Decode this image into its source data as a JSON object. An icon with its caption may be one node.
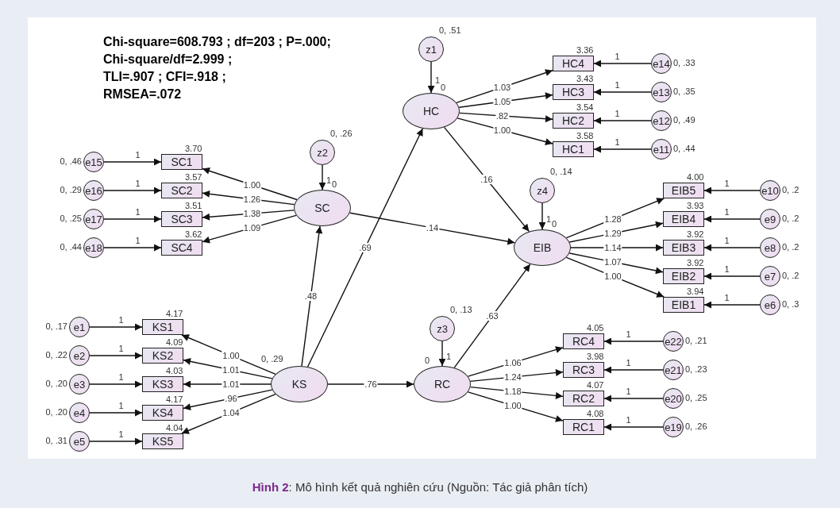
{
  "diagram": {
    "caption": "**Hình 2**: Mô hình kết quả nghiên cứu (Nguồn: Tác giả phân tích)",
    "nodes": [
      {
        "text": [
          "z1"
        ],
        "beside": [
          "0, .51"
        ]
      },
      {
        "text": [
          "HC"
        ],
        "beside": [
          "0"
        ]
      },
      {
        "text": [
          "HC4"
        ],
        "beside": [
          "3.36"
        ]
      },
      {
        "text": [
          "HC3"
        ],
        "beside": [
          "3.43"
        ]
      },
      {
        "text": [
          "HC2"
        ],
        "beside": [
          "3.54"
        ]
      },
      {
        "text": [
          "HC1"
        ],
        "beside": [
          "3.58"
        ]
      },
      {
        "text": [
          "e14"
        ],
        "beside": [
          "0, .33"
        ]
      },
      {
        "text": [
          "e13"
        ],
        "beside": [
          "0, .35"
        ]
      },
      {
        "text": [
          "e12"
        ],
        "beside": [
          "0, .49"
        ]
      },
      {
        "text": [
          "e11"
        ],
        "beside": [
          "0, .44"
        ]
      },
      {
        "text": [
          "z2"
        ],
        "beside": [
          "0, .26"
        ]
      },
      {
        "text": [
          "SC"
        ],
        "beside": [
          "0"
        ]
      },
      {
        "text": [
          "SC1"
        ],
        "beside": [
          "3.70"
        ]
      },
      {
        "text": [
          "SC2"
        ],
        "beside": [
          "3.57"
        ]
      },
      {
        "text": [
          "SC3"
        ],
        "beside": [
          "3.51"
        ]
      },
      {
        "text": [
          "SC4"
        ],
        "beside": [
          "3.62"
        ]
      },
      {
        "text": [
          "e15"
        ],
        "beside": [
          "0, .46"
        ]
      },
      {
        "text": [
          "e16"
        ],
        "beside": [
          "0, .29"
        ]
      },
      {
        "text": [
          "e17"
        ],
        "beside": [
          "0, .25"
        ]
      },
      {
        "text": [
          "e18"
        ],
        "beside": [
          "0, .44"
        ]
      },
      {
        "text": [
          "z4"
        ],
        "beside": [
          "0, .14"
        ]
      },
      {
        "text": [
          "EIB"
        ],
        "beside": [
          "0"
        ]
      },
      {
        "text": [
          "EIB5"
        ],
        "beside": [
          "4.00"
        ]
      },
      {
        "text": [
          "EIB4"
        ],
        "beside": [
          "3.93"
        ]
      },
      {
        "text": [
          "EIB3"
        ],
        "beside": [
          "3.92"
        ]
      },
      {
        "text": [
          "EIB2"
        ],
        "beside": [
          "3.92"
        ]
      },
      {
        "text": [
          "EIB1"
        ],
        "beside": [
          "3.94"
        ]
      },
      {
        "text": [
          "e10"
        ],
        "beside": [
          "0, .2"
        ]
      },
      {
        "text": [
          "e9"
        ],
        "beside": [
          "0, .2"
        ]
      },
      {
        "text": [
          "e8"
        ],
        "beside": [
          "0, .2"
        ]
      },
      {
        "text": [
          "e7"
        ],
        "beside": [
          "0, .2"
        ]
      },
      {
        "text": [
          "e6"
        ],
        "beside": [
          "0, .3"
        ]
      },
      {
        "text": [
          "KS"
        ],
        "beside": [
          "0, .29"
        ]
      },
      {
        "text": [
          "KS1"
        ],
        "beside": [
          "4.17"
        ]
      },
      {
        "text": [
          "KS2"
        ],
        "beside": [
          "4.09"
        ]
      },
      {
        "text": [
          "KS3"
        ],
        "beside": [
          "4.03"
        ]
      },
      {
        "text": [
          "KS4"
        ],
        "beside": [
          "4.17"
        ]
      },
      {
        "text": [
          "KS5"
        ],
        "beside": [
          "4.04"
        ]
      },
      {
        "text": [
          "e1"
        ],
        "beside": [
          "0, .17"
        ]
      },
      {
        "text": [
          "e2"
        ],
        "beside": [
          "0, .22"
        ]
      },
      {
        "text": [
          "e3"
        ],
        "beside": [
          "0, .20"
        ]
      },
      {
        "text": [
          "e4"
        ],
        "beside": [
          "0, .20"
        ]
      },
      {
        "text": [
          "e5"
        ],
        "beside": [
          "0, .31"
        ]
      },
      {
        "text": [
          "z3"
        ],
        "beside": [
          "0, .13"
        ]
      },
      {
        "text": [
          "RC"
        ],
        "beside": [
          "0"
        ]
      },
      {
        "text": [
          "RC4"
        ],
        "beside": [
          "4.05"
        ]
      },
      {
        "text": [
          "RC3"
        ],
        "beside": [
          "3.98"
        ]
      },
      {
        "text": [
          "RC2"
        ],
        "beside": [
          "4.07"
        ]
      },
      {
        "text": [
          "RC1"
        ],
        "beside": [
          "4.08"
        ]
      },
      {
        "text": [
          "e22"
        ],
        "beside": [
          "0, .21"
        ]
      },
      {
        "text": [
          "e21"
        ],
        "beside": [
          "0, .23"
        ]
      },
      {
        "text": [
          "e20"
        ],
        "beside": [
          "0, .25"
        ]
      },
      {
        "text": [
          "e19"
        ],
        "beside": [
          "0, .26"
        ]
      }
    ],
    "edges": [
      {
        "from": 0,
        "to": 1,
        "arrow": "to",
        "label": "1"
      },
      {
        "from": 1,
        "to": 2,
        "arrow": "to",
        "label": "1.03"
      },
      {
        "from": 1,
        "to": 3,
        "arrow": "to",
        "label": "1.05"
      },
      {
        "from": 1,
        "to": 4,
        "arrow": "to",
        "label": ".82"
      },
      {
        "from": 1,
        "to": 5,
        "arrow": "to",
        "label": "1.00"
      },
      {
        "from": 6,
        "to": 2,
        "arrow": "to",
        "label": "1"
      },
      {
        "from": 7,
        "to": 3,
        "arrow": "to",
        "label": "1"
      },
      {
        "from": 8,
        "to": 4,
        "arrow": "to",
        "label": "1"
      },
      {
        "from": 9,
        "to": 5,
        "arrow": "to",
        "label": "1"
      },
      {
        "from": 10,
        "to": 11,
        "arrow": "to",
        "label": "1"
      },
      {
        "from": 11,
        "to": 12,
        "arrow": "to",
        "label": "1.00"
      },
      {
        "from": 11,
        "to": 13,
        "arrow": "to",
        "label": "1.26"
      },
      {
        "from": 11,
        "to": 14,
        "arrow": "to",
        "label": "1.38"
      },
      {
        "from": 11,
        "to": 15,
        "arrow": "to",
        "label": "1.09"
      },
      {
        "from": 16,
        "to": 12,
        "arrow": "to",
        "label": "1"
      },
      {
        "from": 17,
        "to": 13,
        "arrow": "to",
        "label": "1"
      },
      {
        "from": 18,
        "to": 14,
        "arrow": "to",
        "label": "1"
      },
      {
        "from": 19,
        "to": 15,
        "arrow": "to",
        "label": "1"
      },
      {
        "from": 20,
        "to": 21,
        "arrow": "to",
        "label": "1"
      },
      {
        "from": 21,
        "to": 22,
        "arrow": "to",
        "label": "1.28"
      },
      {
        "from": 21,
        "to": 23,
        "arrow": "to",
        "label": "1.29"
      },
      {
        "from": 21,
        "to": 24,
        "arrow": "to",
        "label": "1.14"
      },
      {
        "from": 21,
        "to": 25,
        "arrow": "to",
        "label": "1.07"
      },
      {
        "from": 21,
        "to": 26,
        "arrow": "to",
        "label": "1.00"
      },
      {
        "from": 27,
        "to": 22,
        "arrow": "to",
        "label": "1"
      },
      {
        "from": 28,
        "to": 23,
        "arrow": "to",
        "label": "1"
      },
      {
        "from": 29,
        "to": 24,
        "arrow": "to",
        "label": "1"
      },
      {
        "from": 30,
        "to": 25,
        "arrow": "to",
        "label": "1"
      },
      {
        "from": 31,
        "to": 26,
        "arrow": "to",
        "label": "1"
      },
      {
        "from": 32,
        "to": 33,
        "arrow": "to",
        "label": "1.00"
      },
      {
        "from": 32,
        "to": 34,
        "arrow": "to",
        "label": "1.01"
      },
      {
        "from": 32,
        "to": 35,
        "arrow": "to",
        "label": "1.01"
      },
      {
        "from": 32,
        "to": 36,
        "arrow": "to",
        "label": ".96"
      },
      {
        "from": 32,
        "to": 37,
        "arrow": "to",
        "label": "1.04"
      },
      {
        "from": 38,
        "to": 33,
        "arrow": "to",
        "label": "1"
      },
      {
        "from": 39,
        "to": 34,
        "arrow": "to",
        "label": "1"
      },
      {
        "from": 40,
        "to": 35,
        "arrow": "to",
        "label": "1"
      },
      {
        "from": 41,
        "to": 36,
        "arrow": "to",
        "label": "1"
      },
      {
        "from": 42,
        "to": 37,
        "arrow": "to",
        "label": "1"
      },
      {
        "from": 43,
        "to": 44,
        "arrow": "to",
        "label": "1"
      },
      {
        "from": 44,
        "to": 45,
        "arrow": "to",
        "label": "1.06"
      },
      {
        "from": 44,
        "to": 46,
        "arrow": "to",
        "label": "1.24"
      },
      {
        "from": 44,
        "to": 47,
        "arrow": "to",
        "label": "1.18"
      },
      {
        "from": 44,
        "to": 48,
        "arrow": "to",
        "label": "1.00"
      },
      {
        "from": 49,
        "to": 45,
        "arrow": "to",
        "label": "1"
      },
      {
        "from": 50,
        "to": 46,
        "arrow": "to",
        "label": "1"
      },
      {
        "from": 51,
        "to": 47,
        "arrow": "to",
        "label": "1"
      },
      {
        "from": 52,
        "to": 48,
        "arrow": "to",
        "label": "1"
      },
      {
        "from": 32,
        "to": 11,
        "arrow": "to",
        "label": ".48"
      },
      {
        "from": 32,
        "to": 1,
        "arrow": "to",
        "label": ".69"
      },
      {
        "from": 32,
        "to": 44,
        "arrow": "to",
        "label": ".76"
      },
      {
        "from": 11,
        "to": 21,
        "arrow": "to",
        "label": ".14"
      },
      {
        "from": 1,
        "to": 21,
        "arrow": "to",
        "label": ".16"
      },
      {
        "from": 44,
        "to": 21,
        "arrow": "to",
        "label": ".63"
      }
    ],
    "labels": [
      "Chi-square=608.793 ; df=203 ; P=.000;",
      "Chi-square/df=2.999 ;",
      "TLI=.907 ; CFI=.918 ;",
      "RMSEA=.072"
    ]
  }
}
